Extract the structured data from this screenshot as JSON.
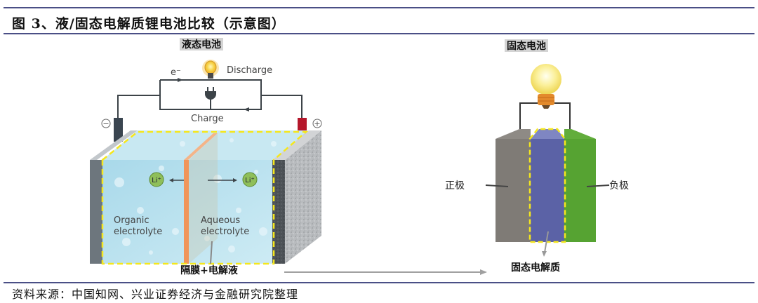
{
  "figure": {
    "title": "图 3、液/固态电解质锂电池比较（示意图）",
    "source": "资料来源：中国知网、兴业证券经济与金融研究院整理"
  },
  "liquid_battery": {
    "heading": "液态电池",
    "electron_label": "e⁻",
    "discharge_label": "Discharge",
    "charge_label": "Charge",
    "negative_terminal": "−",
    "positive_terminal": "+",
    "ion_left": "Li⁺",
    "ion_right": "Li⁺",
    "left_electrolyte_line1": "Organic",
    "left_electrolyte_line2": "electrolyte",
    "right_electrolyte_line1": "Aqueous",
    "right_electrolyte_line2": "electrolyte",
    "callout": "隔膜+电解液"
  },
  "solid_battery": {
    "heading": "固态电池",
    "cathode_label": "正极",
    "anode_label": "负极",
    "electrolyte_callout": "固态电解质"
  },
  "colors": {
    "rule": "#4a4f86",
    "highlight_dash": "#f5e71c",
    "cathode_gray": "#7f7b76",
    "solid_electrolyte": "#5b62a6",
    "anode_green": "#56a332",
    "liquid_blue": "#bfe3ef",
    "separator_orange": "#f0955a",
    "neg_terminal": "#3a4550",
    "pos_terminal": "#b5172b"
  }
}
